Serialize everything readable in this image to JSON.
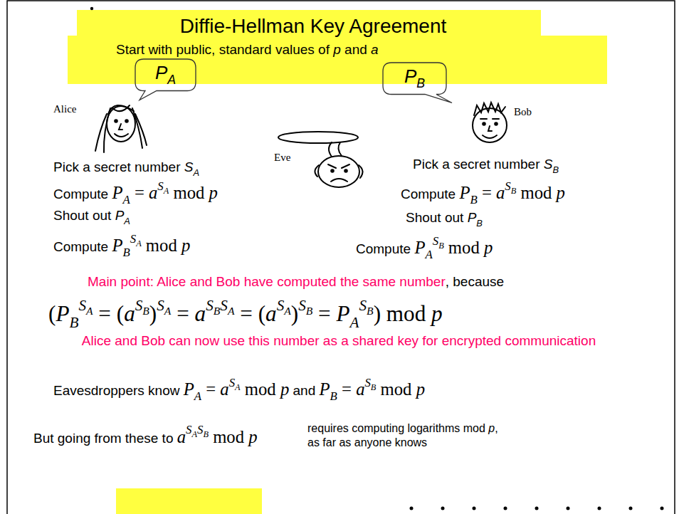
{
  "diagram": {
    "title": "Diffie-Hellman Key Agreement",
    "nodes": [
      {
        "text": [
          "PA"
        ]
      },
      {
        "text": [
          "PB"
        ]
      }
    ],
    "labels": [
      "Start with public, standard values of p and a",
      "Alice",
      "Bob",
      "Eve",
      "Pick a secret number SA",
      "Pick a secret number SB",
      "Compute PA = aSA mod p",
      "Compute PB = aSB mod p",
      "Shout out PA",
      "Shout out PB",
      "Compute PBSA mod p",
      "Compute PASB mod p",
      "Main point: Alice and Bob have computed the same number, because",
      "(PBSA = (aSB)SA = aSBSA = (aSA)SB = PASB) mod p",
      "Alice and Bob can now use this number as a shared key for encrypted communication",
      "Eavesdroppers know PA = aSA mod p and PB = aSB mod p",
      "But going from these to aSASB mod p",
      "requires computing logarithms mod p, as far as anyone knows"
    ]
  }
}
